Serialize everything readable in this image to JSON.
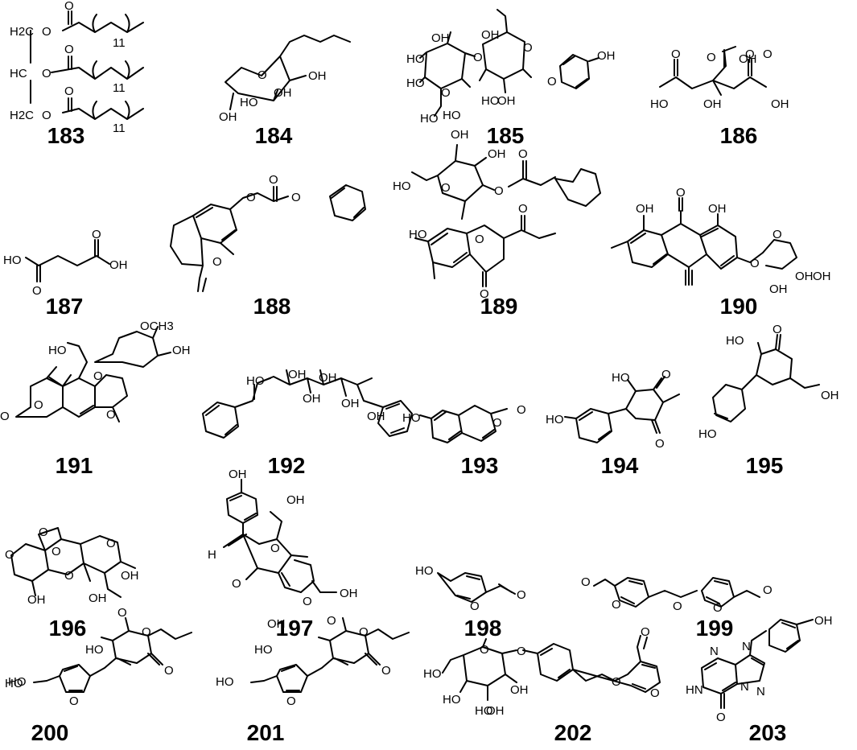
{
  "compounds": [
    {
      "number": "183",
      "atoms": [
        "H2C",
        "O",
        "O",
        "11",
        "HC",
        "O",
        "O",
        "11",
        "H2C",
        "O",
        "O",
        "11"
      ]
    },
    {
      "number": "184",
      "atoms": [
        "O",
        "OH",
        "OH",
        "HO",
        "OH"
      ]
    },
    {
      "number": "185",
      "atoms": [
        "OH",
        "HO",
        "O",
        "HO",
        "OH",
        "HO",
        "O",
        "O",
        "HO",
        "O",
        "OH",
        "HO",
        "OH"
      ]
    },
    {
      "number": "186",
      "atoms": [
        "O",
        "OH",
        "O",
        "O",
        "HO",
        "OH",
        "OH",
        "O"
      ]
    },
    {
      "number": "187",
      "atoms": [
        "HO",
        "O",
        "O",
        "OH"
      ]
    },
    {
      "number": "188",
      "atoms": [
        "O",
        "O",
        "O",
        "O"
      ]
    },
    {
      "number": "189",
      "atoms": [
        "OH",
        "HO",
        "OH",
        "O",
        "O",
        "O",
        "HO",
        "O",
        "O",
        "O"
      ]
    },
    {
      "number": "190",
      "atoms": [
        "OH",
        "O",
        "OH",
        "O",
        "O",
        "OH",
        "OH",
        "OH"
      ]
    },
    {
      "number": "191",
      "atoms": [
        "OCH3",
        "OH",
        "HO",
        "O",
        "O",
        "O",
        "O"
      ]
    },
    {
      "number": "192",
      "atoms": [
        "HO",
        "OH",
        "OH",
        "OH",
        "OH",
        "OH"
      ]
    },
    {
      "number": "193",
      "atoms": [
        "HO",
        "O",
        "O"
      ]
    },
    {
      "number": "194",
      "atoms": [
        "HO",
        "HO",
        "O",
        "O"
      ]
    },
    {
      "number": "195",
      "atoms": [
        "HO",
        "O",
        "HO",
        "OH"
      ]
    },
    {
      "number": "196",
      "atoms": [
        "O",
        "O",
        "O",
        "O",
        "O",
        "OH",
        "OH",
        "OH"
      ]
    },
    {
      "number": "197",
      "atoms": [
        "OH",
        "H",
        "O",
        "OH",
        "O",
        "O",
        "OH"
      ]
    },
    {
      "number": "198",
      "atoms": [
        "HO",
        "O",
        "O"
      ]
    },
    {
      "number": "199",
      "atoms": [
        "O",
        "O",
        "O",
        "O",
        "O"
      ]
    },
    {
      "number": "200",
      "atoms": [
        "HO",
        "HO",
        "O",
        "O",
        "HO",
        "O",
        "O"
      ]
    },
    {
      "number": "201",
      "atoms": [
        "OH",
        "HO",
        "O",
        "O",
        "HO",
        "O",
        "O"
      ]
    },
    {
      "number": "202",
      "atoms": [
        "O",
        "HO",
        "O",
        "O",
        "O",
        "HO",
        "OH",
        "HO",
        "OH",
        "O"
      ]
    },
    {
      "number": "203",
      "atoms": [
        "N",
        "N",
        "OH",
        "N",
        "HN",
        "N",
        "O"
      ]
    }
  ]
}
